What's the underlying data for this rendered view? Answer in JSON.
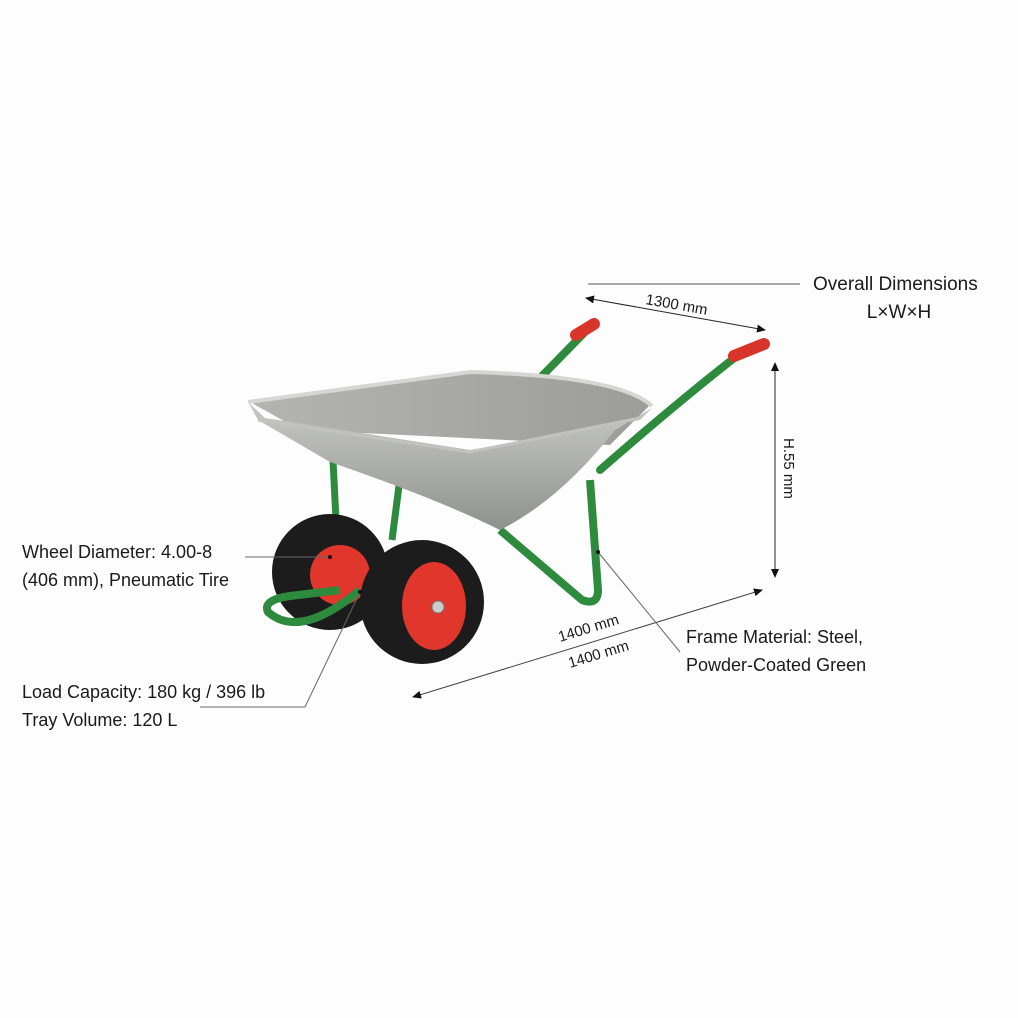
{
  "title": {
    "line1": "Overall Dimensions",
    "line2": "L×W×H"
  },
  "dimensions": {
    "width_label": "1300 mm",
    "height_label": "H.55 mm",
    "length_label_1": "1400 mm",
    "length_label_2": "1400 mm"
  },
  "callouts": {
    "wheel": {
      "line1": "Wheel Diameter: 4.00-8",
      "line2": "(406 mm), Pneumatic Tire"
    },
    "load": {
      "line1": "Load Capacity: 180 kg / 396 lb",
      "line2": "Tray Volume: 120 L"
    },
    "frame": {
      "line1": "Frame Material: Steel,",
      "line2": "Powder-Coated Green"
    }
  },
  "colors": {
    "frame": "#2e8b3e",
    "grip": "#d8352a",
    "tray": "#a9aaa6",
    "tire": "#1c1c1c",
    "hub": "#e0362b"
  }
}
